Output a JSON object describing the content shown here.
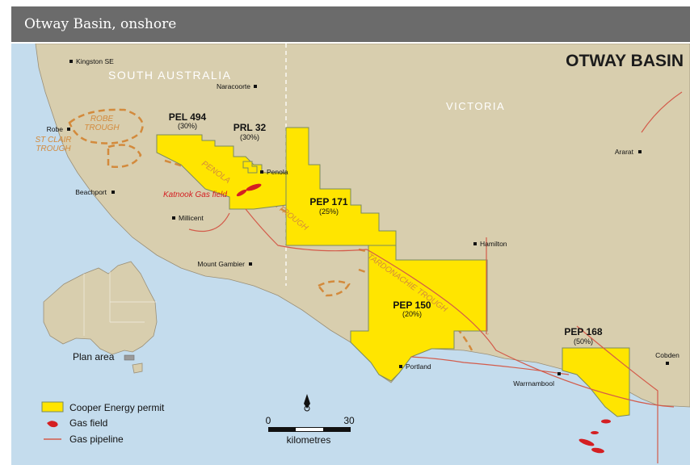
{
  "header": {
    "title": "Otway Basin, onshore"
  },
  "map": {
    "title": "OTWAY BASIN",
    "states": {
      "sa": "SOUTH AUSTRALIA",
      "vic": "VICTORIA"
    },
    "permits": [
      {
        "name": "PEL 494",
        "share": "(30%)"
      },
      {
        "name": "PRL 32",
        "share": "(30%)"
      },
      {
        "name": "PEP 171",
        "share": "(25%)"
      },
      {
        "name": "PEP 150",
        "share": "(20%)"
      },
      {
        "name": "PEP 168",
        "share": "(50%)"
      }
    ],
    "towns": {
      "kingston": "Kingston SE",
      "naracoorte": "Naracoorte",
      "robe": "Robe",
      "beachport": "Beachport",
      "penola": "Penola",
      "millicent": "Millicent",
      "mount_gambier": "Mount Gambier",
      "hamilton": "Hamilton",
      "ararat": "Ararat",
      "portland": "Portland",
      "warrnambool": "Warrnambool",
      "cobden": "Cobden"
    },
    "geology": {
      "robe_trough_1": "ROBE",
      "robe_trough_2": "TROUGH",
      "st_clair_1": "ST CLAIR",
      "st_clair_2": "TROUGH",
      "penola": "PENOLA",
      "trough": "TROUGH",
      "tardonachie": "TARDONACHIE TROUGH"
    },
    "gas_field_label": "Katnook Gas field",
    "inset": {
      "label": "Plan area"
    },
    "legend": {
      "permit": "Cooper Energy permit",
      "gas_field": "Gas field",
      "pipeline": "Gas pipeline"
    },
    "scale": {
      "start": "0",
      "end": "30",
      "unit": "kilometres"
    },
    "colors": {
      "land": "#d8ceae",
      "sea": "#c4dced",
      "permit": "#ffe500",
      "pipeline": "#d35b4a",
      "gas_field": "#d41f22",
      "trough": "#d38a3c",
      "title_bar": "#6b6b6b"
    }
  }
}
